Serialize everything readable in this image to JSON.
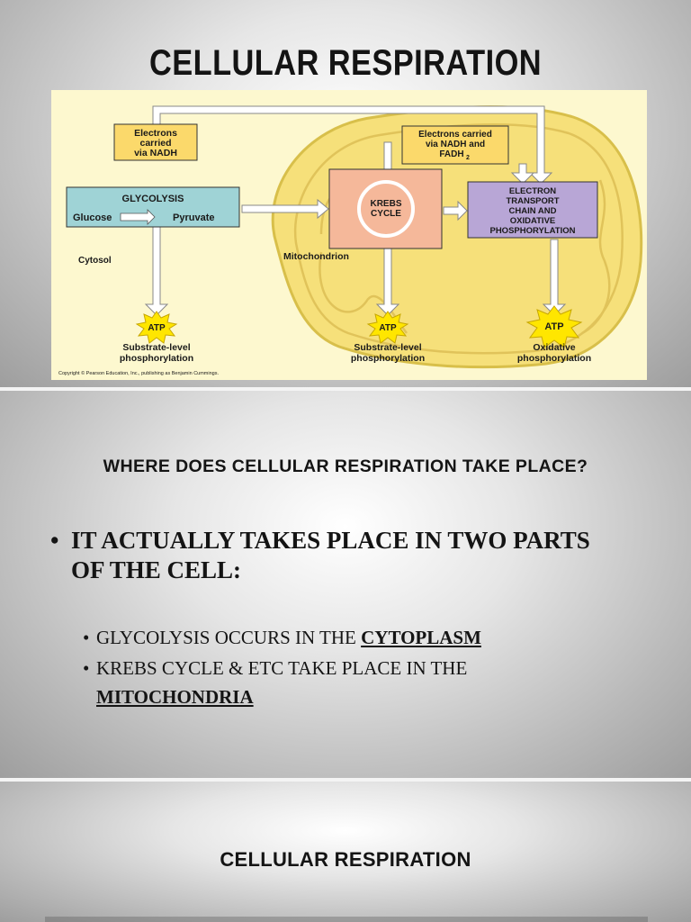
{
  "slide1": {
    "title": "CELLULAR RESPIRATION",
    "diagram": {
      "electrons_nadh": [
        "Electrons",
        "carried",
        "via NADH"
      ],
      "electrons_nadh_fadh": [
        "Electrons carried",
        "via NADH and",
        "FADH"
      ],
      "fadh_subscript": "2",
      "glycolysis_title": "GLYCOLYSIS",
      "glucose": "Glucose",
      "pyruvate": "Pyruvate",
      "krebs": [
        "KREBS",
        "CYCLE"
      ],
      "etc": [
        "ELECTRON",
        "TRANSPORT",
        "CHAIN AND",
        "OXIDATIVE",
        "PHOSPHORYLATION"
      ],
      "cytosol": "Cytosol",
      "mitochondrion": "Mitochondrion",
      "atp": "ATP",
      "atp1_caption": [
        "Substrate-level",
        "phosphorylation"
      ],
      "atp2_caption": [
        "Substrate-level",
        "phosphorylation"
      ],
      "atp3_caption": [
        "Oxidative",
        "phosphorylation"
      ],
      "copyright": "Copyright © Pearson Education, Inc., publishing as Benjamin Cummings.",
      "colors": {
        "background": "#fdf8cf",
        "mitochondrion": "#f6e07a",
        "glycolysis": "#9fd3d6",
        "krebs": "#f5b89a",
        "etc": "#b8a6d6",
        "electrons_box": "#fbd96b",
        "atp_star": "#ffe600",
        "arrow": "#ffffff"
      }
    }
  },
  "slide2": {
    "title": "WHERE DOES CELLULAR RESPIRATION TAKE PLACE?",
    "bullet_main": "IT ACTUALLY TAKES PLACE IN TWO PARTS OF THE CELL:",
    "sub1_prefix": "GLYCOLYSIS OCCURS IN THE ",
    "sub1_emph": "CYTOPLASM",
    "sub2_prefix": "KREBS CYCLE & ETC TAKE PLACE IN THE ",
    "sub2_emph": "MITOCHONDRIA",
    "bullet_glyph": "•"
  },
  "slide3": {
    "title": "CELLULAR RESPIRATION"
  }
}
